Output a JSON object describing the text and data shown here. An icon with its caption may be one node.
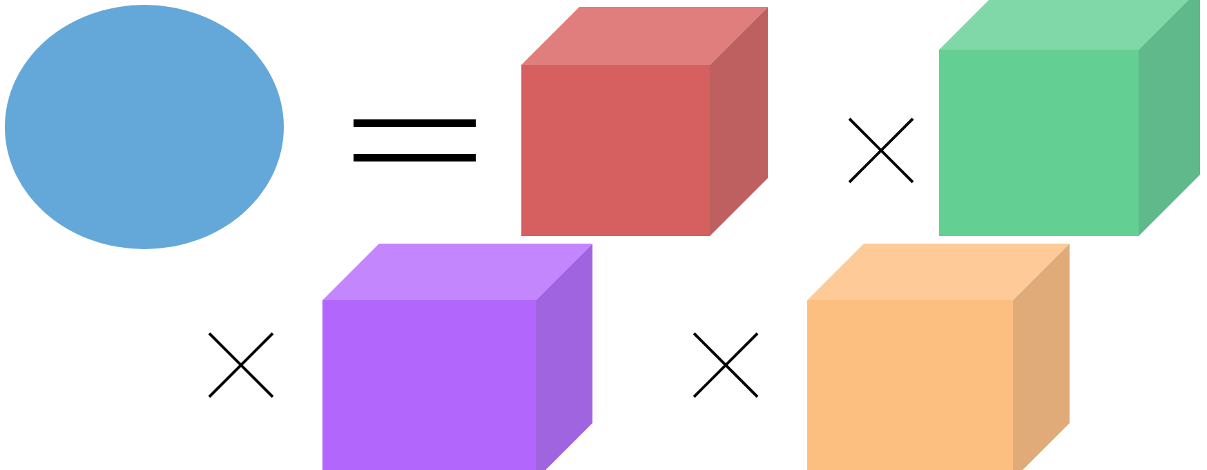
{
  "diagram": {
    "nodes": [
      {
        "text": [],
        "shape": "ellipse"
      },
      {
        "text": [],
        "shape": "cube"
      },
      {
        "text": [],
        "shape": "cube"
      },
      {
        "text": [],
        "shape": "cube"
      },
      {
        "text": [],
        "shape": "cube"
      }
    ]
  }
}
